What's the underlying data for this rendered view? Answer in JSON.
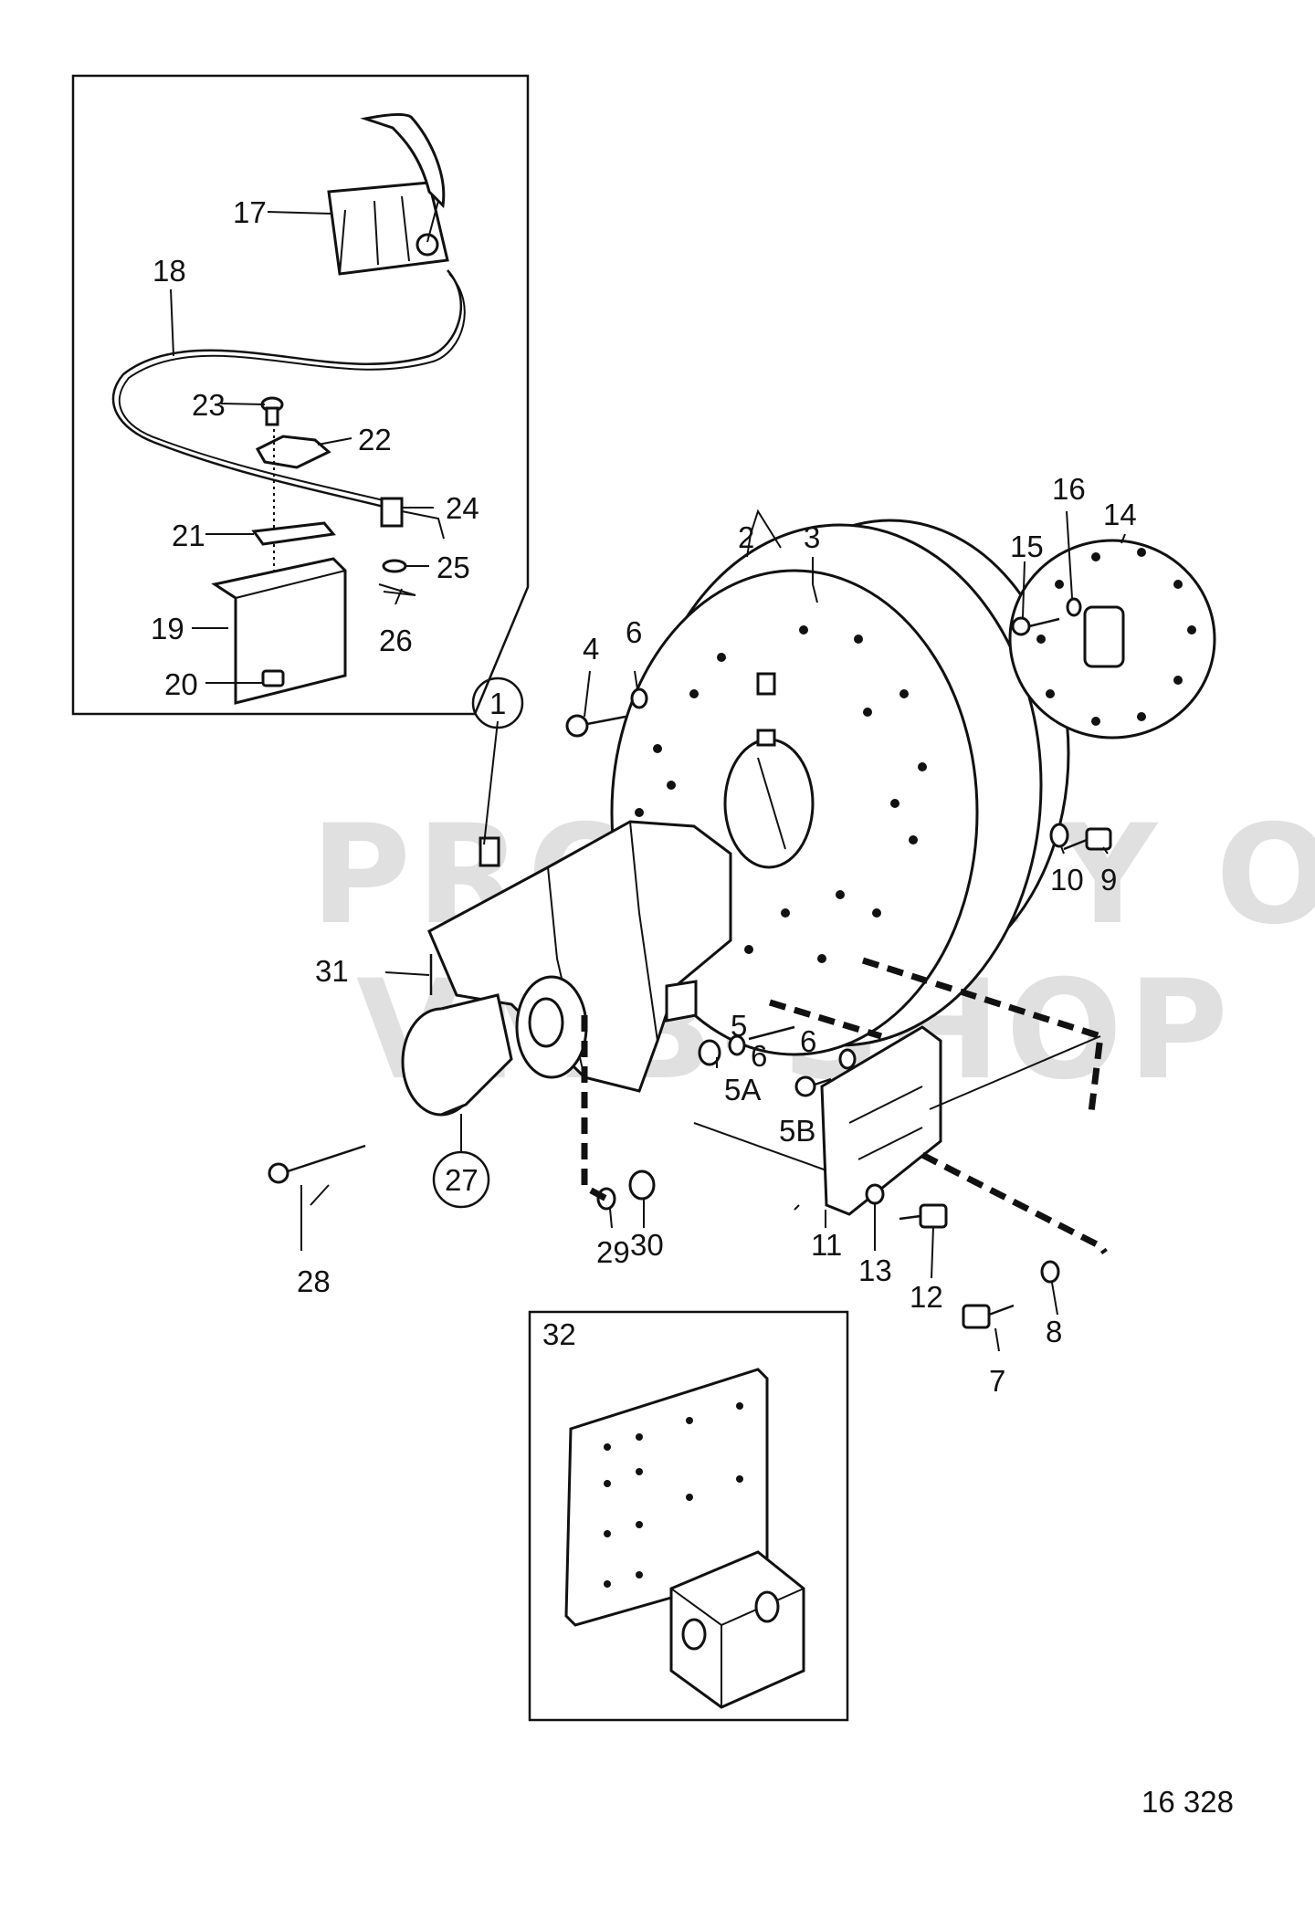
{
  "drawing_number": "16 328",
  "watermark": {
    "line1": "PROPERTY OF",
    "line2": "VMB-SHOP"
  },
  "inset_32_label": "32",
  "callouts": {
    "c1": "1",
    "c2": "2",
    "c3": "3",
    "c4": "4",
    "c5": "5",
    "c5a": "5A",
    "c5b": "5B",
    "c6a": "6",
    "c6b": "6",
    "c6c": "6",
    "c7": "7",
    "c8": "8",
    "c9": "9",
    "c10": "10",
    "c11": "11",
    "c12": "12",
    "c13": "13",
    "c14": "14",
    "c15": "15",
    "c16": "16",
    "c17": "17",
    "c18": "18",
    "c19": "19",
    "c20": "20",
    "c21": "21",
    "c22": "22",
    "c23": "23",
    "c24": "24",
    "c25": "25",
    "c26": "26",
    "c27": "27",
    "c28": "28",
    "c29": "29",
    "c30": "30",
    "c31": "31"
  }
}
